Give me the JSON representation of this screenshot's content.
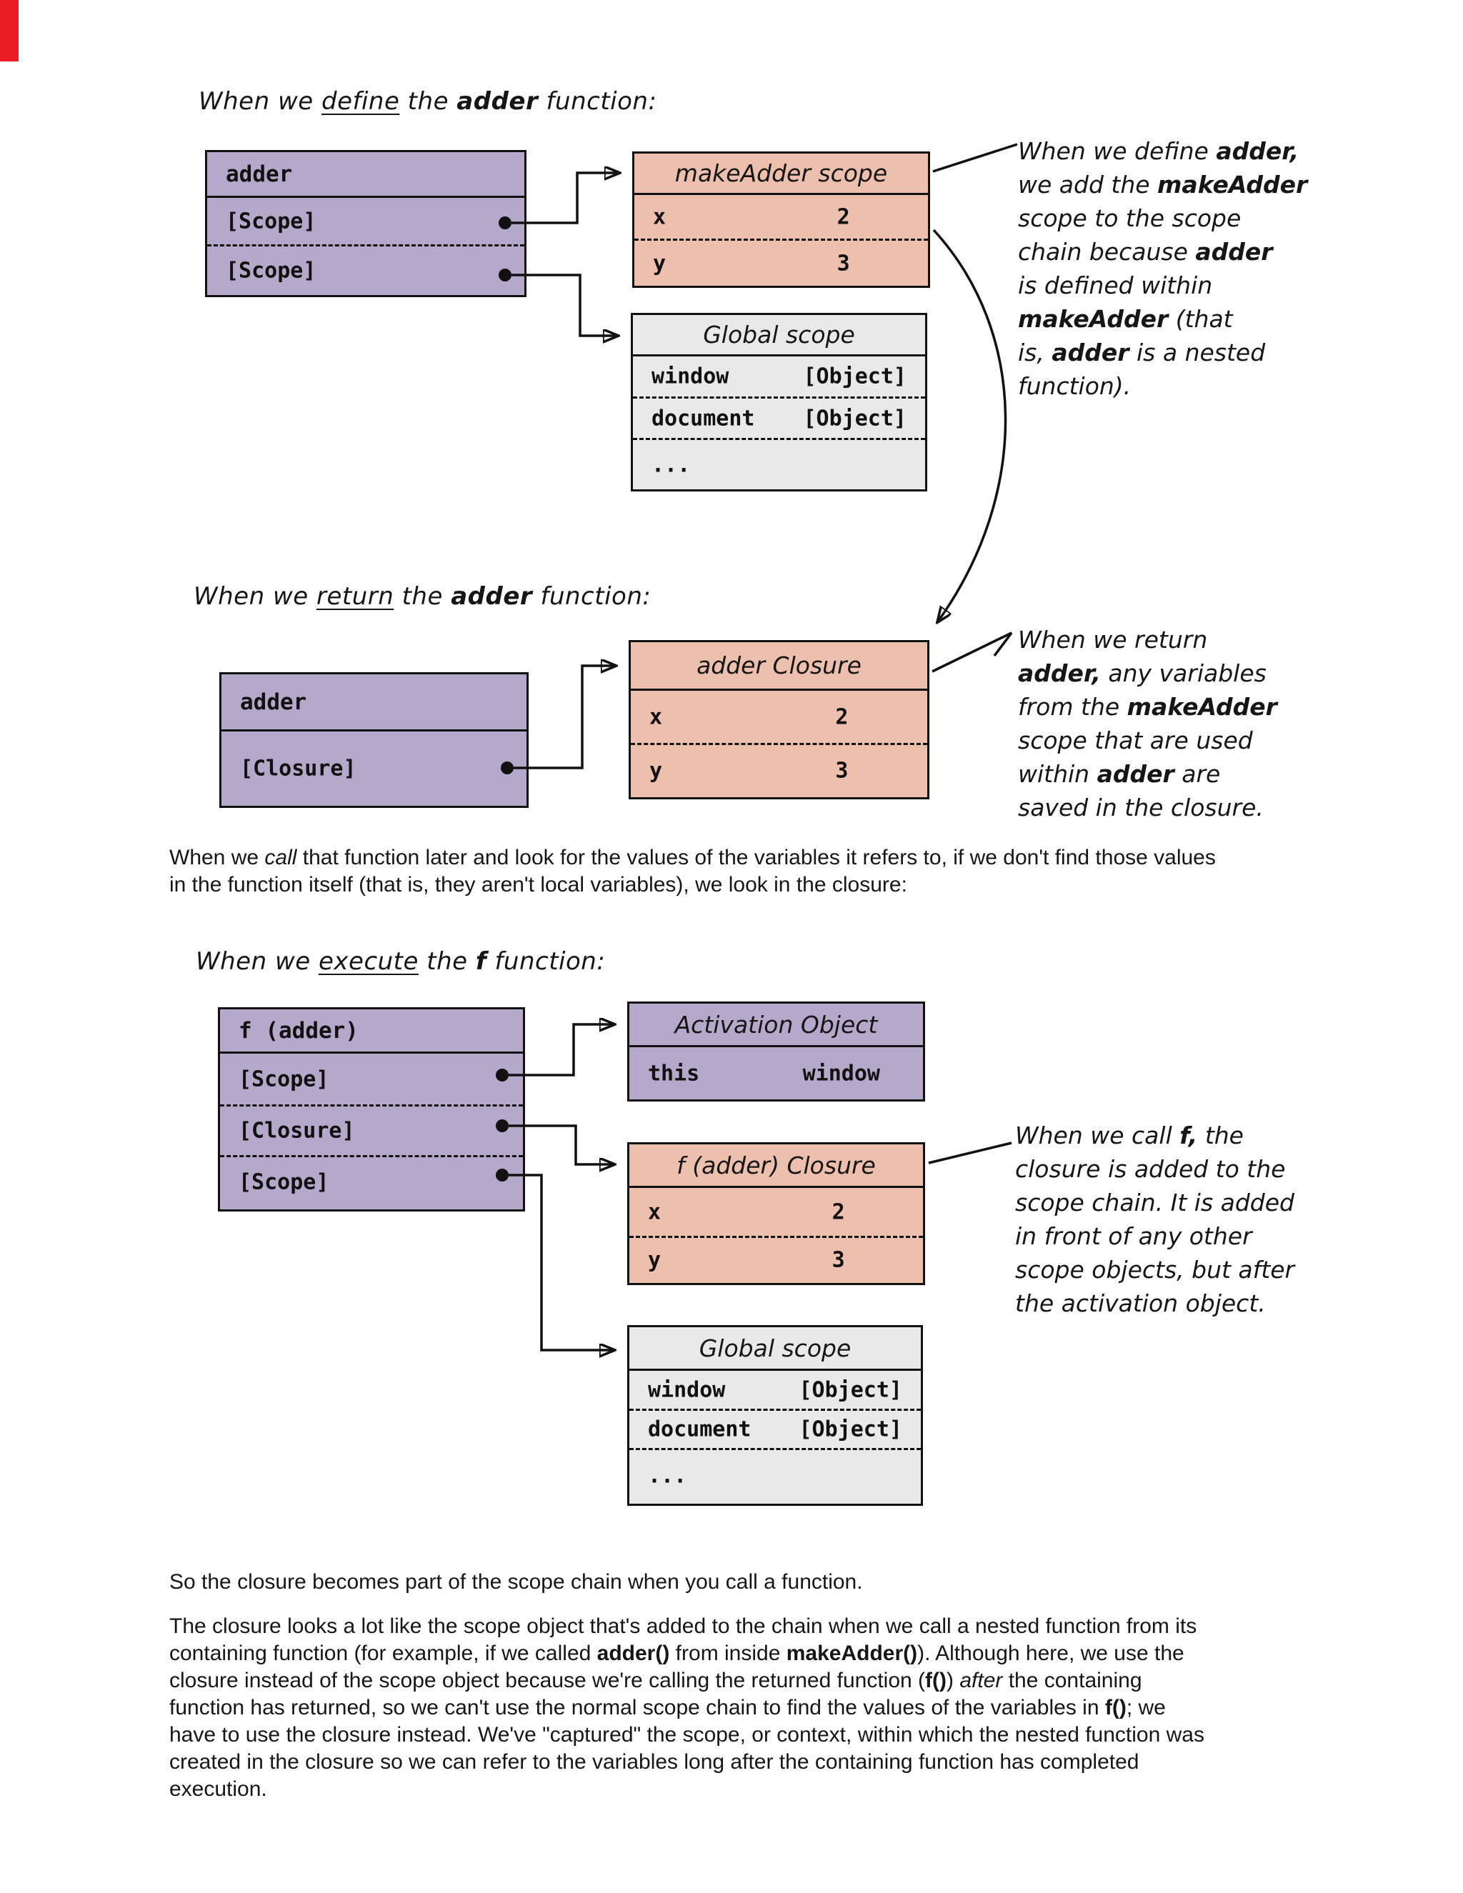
{
  "colors": {
    "purple": "#b5a9cb",
    "pink": "#edc0ae",
    "gray": "#e9e9e9",
    "line": "#111111",
    "red": "#ec1c24"
  },
  "titles": {
    "define": {
      "segments": [
        {
          "t": "When we "
        },
        {
          "t": "define",
          "u": 1
        },
        {
          "t": " the "
        },
        {
          "t": "adder",
          "b": 1
        },
        {
          "t": " function:"
        }
      ]
    },
    "return": {
      "segments": [
        {
          "t": "When we "
        },
        {
          "t": "return",
          "u": 1
        },
        {
          "t": " the "
        },
        {
          "t": "adder",
          "b": 1
        },
        {
          "t": " function:"
        }
      ]
    },
    "execute": {
      "segments": [
        {
          "t": "When we "
        },
        {
          "t": "execute",
          "u": 1
        },
        {
          "t": " the "
        },
        {
          "t": "f",
          "b": 1
        },
        {
          "t": " function:"
        }
      ]
    }
  },
  "annotations": {
    "define": {
      "segments": [
        {
          "t": "When we define "
        },
        {
          "t": "adder,",
          "b": 1
        },
        {
          "br": 1
        },
        {
          "t": "we add the "
        },
        {
          "t": "makeAdder",
          "b": 1
        },
        {
          "br": 1
        },
        {
          "t": "scope to the scope"
        },
        {
          "br": 1
        },
        {
          "t": "chain because "
        },
        {
          "t": "adder",
          "b": 1
        },
        {
          "br": 1
        },
        {
          "t": "is defined within"
        },
        {
          "br": 1
        },
        {
          "t": "makeAdder",
          "b": 1
        },
        {
          "t": " (that"
        },
        {
          "br": 1
        },
        {
          "t": "is, "
        },
        {
          "t": "adder",
          "b": 1
        },
        {
          "t": " is a nested"
        },
        {
          "br": 1
        },
        {
          "t": "function)."
        }
      ]
    },
    "return": {
      "segments": [
        {
          "t": "When we return"
        },
        {
          "br": 1
        },
        {
          "t": "adder,",
          "b": 1
        },
        {
          "t": " any variables"
        },
        {
          "br": 1
        },
        {
          "t": "from the "
        },
        {
          "t": "makeAdder",
          "b": 1
        },
        {
          "br": 1
        },
        {
          "t": "scope that are used"
        },
        {
          "br": 1
        },
        {
          "t": "within "
        },
        {
          "t": "adder",
          "b": 1
        },
        {
          "t": " are"
        },
        {
          "br": 1
        },
        {
          "t": "saved in the closure."
        }
      ]
    },
    "call": {
      "segments": [
        {
          "t": "When we call "
        },
        {
          "t": "f,",
          "b": 1
        },
        {
          "t": " the"
        },
        {
          "br": 1
        },
        {
          "t": "closure is added to the"
        },
        {
          "br": 1
        },
        {
          "t": "scope chain. It is added"
        },
        {
          "br": 1
        },
        {
          "t": "in front of any other"
        },
        {
          "br": 1
        },
        {
          "t": "scope objects, but after"
        },
        {
          "br": 1
        },
        {
          "t": "the activation object."
        }
      ]
    }
  },
  "paragraphs": {
    "mid": {
      "segments": [
        {
          "t": "When we "
        },
        {
          "t": "call",
          "i": 1
        },
        {
          "t": " that function later and look for the values of the variables it refers to, if we don't find those values"
        },
        {
          "br": 1
        },
        {
          "t": "in the function itself (that is, they aren't local variables), we look in the closure:"
        }
      ]
    },
    "scope_chain": {
      "text": "So the closure becomes part of the scope chain when you call a function."
    },
    "closure_explanation": {
      "segments": [
        {
          "t": "The closure looks a lot like the scope object that's added to the chain when we call a nested function from its"
        },
        {
          "br": 1
        },
        {
          "t": "containing function (for example, if we called "
        },
        {
          "t": "adder()",
          "b": 1
        },
        {
          "t": " from inside "
        },
        {
          "t": "makeAdder()",
          "b": 1
        },
        {
          "t": "). Although here, we use the"
        },
        {
          "br": 1
        },
        {
          "t": "closure instead of the scope object because we're calling the returned function ("
        },
        {
          "t": "f()",
          "b": 1
        },
        {
          "t": ") "
        },
        {
          "t": "after",
          "i": 1
        },
        {
          "t": " the containing"
        },
        {
          "br": 1
        },
        {
          "t": "function has returned, so we can't use the normal scope chain to find the values of the variables in "
        },
        {
          "t": "f()",
          "b": 1
        },
        {
          "t": "; we"
        },
        {
          "br": 1
        },
        {
          "t": "have to use the closure instead. We've \"captured\" the scope, or context, within which the nested function was"
        },
        {
          "br": 1
        },
        {
          "t": "created in the closure so we can refer to the variables long after the containing function has completed"
        },
        {
          "br": 1
        },
        {
          "t": "execution."
        }
      ]
    }
  },
  "boxes": {
    "adder_def": {
      "title": "adder",
      "rows": [
        {
          "name": "[Scope]"
        },
        {
          "name": "[Scope]"
        }
      ]
    },
    "makeadder_scope": {
      "title": "makeAdder scope",
      "rows": [
        {
          "name": "x",
          "value": "2"
        },
        {
          "name": "y",
          "value": "3"
        }
      ]
    },
    "global_scope_1": {
      "title": "Global scope",
      "rows": [
        {
          "name": "window",
          "value": "[Object]"
        },
        {
          "name": "document",
          "value": "[Object]"
        },
        {
          "name": "...",
          "value": ""
        }
      ]
    },
    "adder_ret": {
      "title": "adder",
      "rows": [
        {
          "name": "[Closure]"
        }
      ]
    },
    "adder_closure": {
      "title": "adder Closure",
      "rows": [
        {
          "name": "x",
          "value": "2"
        },
        {
          "name": "y",
          "value": "3"
        }
      ]
    },
    "f_adder": {
      "title": "f (adder)",
      "rows": [
        {
          "name": "[Scope]"
        },
        {
          "name": "[Closure]"
        },
        {
          "name": "[Scope]"
        }
      ]
    },
    "activation": {
      "title": "Activation Object",
      "rows": [
        {
          "name": "this",
          "value": "window"
        }
      ]
    },
    "f_closure": {
      "title": "f (adder) Closure",
      "rows": [
        {
          "name": "x",
          "value": "2"
        },
        {
          "name": "y",
          "value": "3"
        }
      ]
    },
    "global_scope_2": {
      "title": "Global scope",
      "rows": [
        {
          "name": "window",
          "value": "[Object]"
        },
        {
          "name": "document",
          "value": "[Object]"
        },
        {
          "name": "...",
          "value": ""
        }
      ]
    }
  }
}
